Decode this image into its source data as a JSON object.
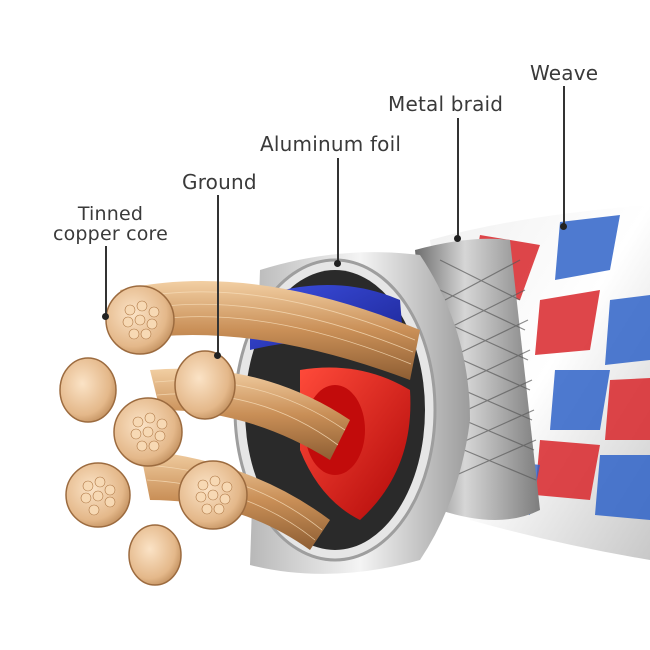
{
  "labels": {
    "tinned_copper_core_line1": "Tinned",
    "tinned_copper_core_line2": "copper core",
    "ground": "Ground",
    "aluminum_foil": "Aluminum foil",
    "metal_braid": "Metal braid",
    "weave": "Weave"
  },
  "colors": {
    "copper": "#d9a777",
    "copper_dark": "#a8774b",
    "foil_silver": "#c9c9c9",
    "braid_silver": "#9a9a9a",
    "weave_red": "#d8262a",
    "weave_blue": "#2f63c8",
    "insulation_blue": "#2438c9",
    "insulation_red": "#e01414"
  }
}
